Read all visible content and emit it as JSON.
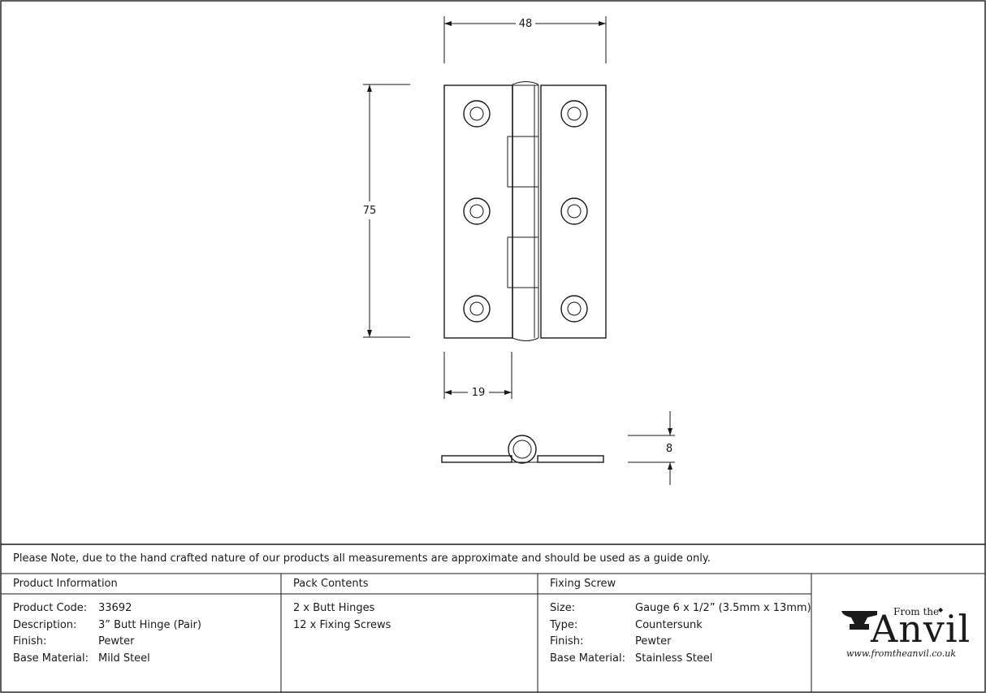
{
  "drawing": {
    "dim_width": "48",
    "dim_height": "75",
    "dim_leaf": "19",
    "dim_thickness": "8"
  },
  "note": "Please Note, due to the hand crafted nature of our products all measurements are approximate and should be used as a guide only.",
  "product_info": {
    "header": "Product Information",
    "rows": [
      {
        "label": "Product Code:",
        "value": "33692"
      },
      {
        "label": "Description:",
        "value": "3” Butt Hinge (Pair)"
      },
      {
        "label": "Finish:",
        "value": "Pewter"
      },
      {
        "label": "Base Material:",
        "value": "Mild Steel"
      }
    ]
  },
  "pack_contents": {
    "header": "Pack Contents",
    "items": [
      "2 x Butt Hinges",
      "12 x Fixing Screws"
    ]
  },
  "fixing_screw": {
    "header": "Fixing Screw",
    "rows": [
      {
        "label": "Size:",
        "value": "Gauge 6 x 1/2” (3.5mm x 13mm)"
      },
      {
        "label": "Type:",
        "value": "Countersunk"
      },
      {
        "label": "Finish:",
        "value": "Pewter"
      },
      {
        "label": "Base Material:",
        "value": "Stainless Steel"
      }
    ]
  },
  "logo": {
    "from_the": "From the",
    "brand": "Anvil",
    "url": "www.fromtheanvil.co.uk"
  }
}
